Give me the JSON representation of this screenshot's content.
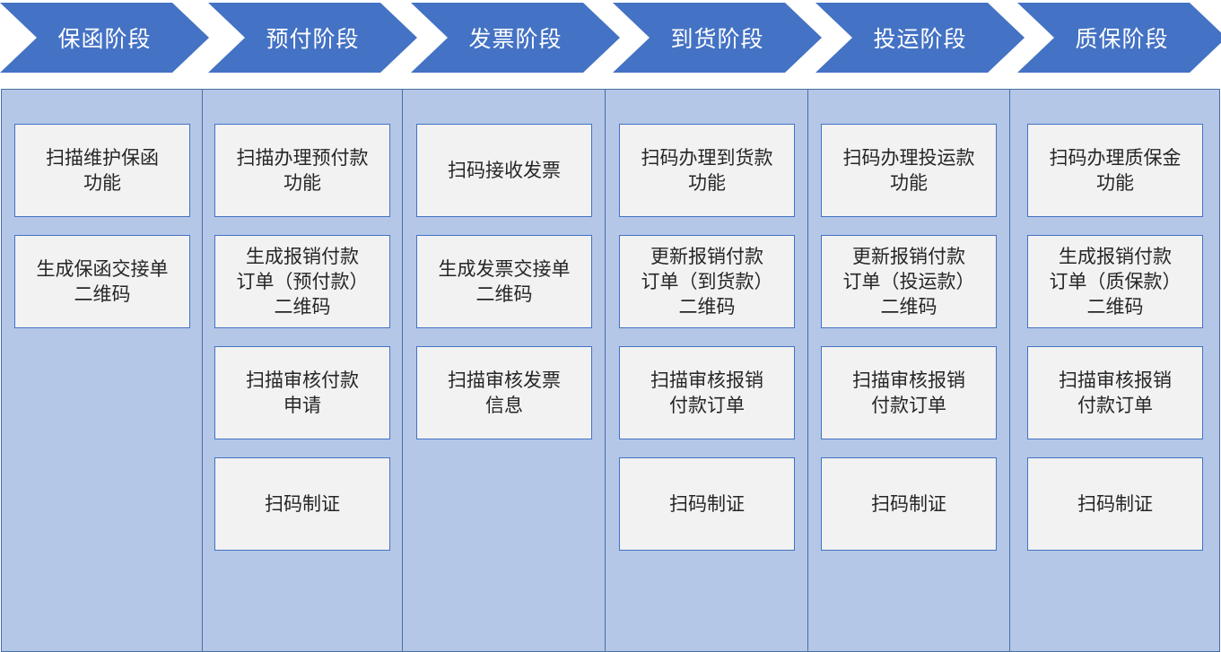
{
  "colors": {
    "chevron_fill": "#4472c4",
    "column_fill": "#b4c7e7",
    "column_border": "#4a6fa5",
    "card_fill": "#f2f2f2",
    "card_border": "#4472c4",
    "card_text": "#262626"
  },
  "stages": [
    {
      "title": "保函阶段",
      "cards": [
        "扫描维护保函\n功能",
        "生成保函交接单\n二维码"
      ]
    },
    {
      "title": "预付阶段",
      "cards": [
        "扫描办理预付款\n功能",
        "生成报销付款\n订单（预付款）\n二维码",
        "扫描审核付款\n申请",
        "扫码制证"
      ]
    },
    {
      "title": "发票阶段",
      "cards": [
        "扫码接收发票",
        "生成发票交接单\n二维码",
        "扫描审核发票\n信息"
      ]
    },
    {
      "title": "到货阶段",
      "cards": [
        "扫码办理到货款\n功能",
        "更新报销付款\n订单（到货款）\n二维码",
        "扫描审核报销\n付款订单",
        "扫码制证"
      ]
    },
    {
      "title": "投运阶段",
      "cards": [
        "扫码办理投运款\n功能",
        "更新报销付款\n订单（投运款）\n二维码",
        "扫描审核报销\n付款订单",
        "扫码制证"
      ]
    },
    {
      "title": "质保阶段",
      "cards": [
        "扫码办理质保金\n功能",
        "生成报销付款\n订单（质保款）\n二维码",
        "扫描审核报销\n付款订单",
        "扫码制证"
      ]
    }
  ]
}
